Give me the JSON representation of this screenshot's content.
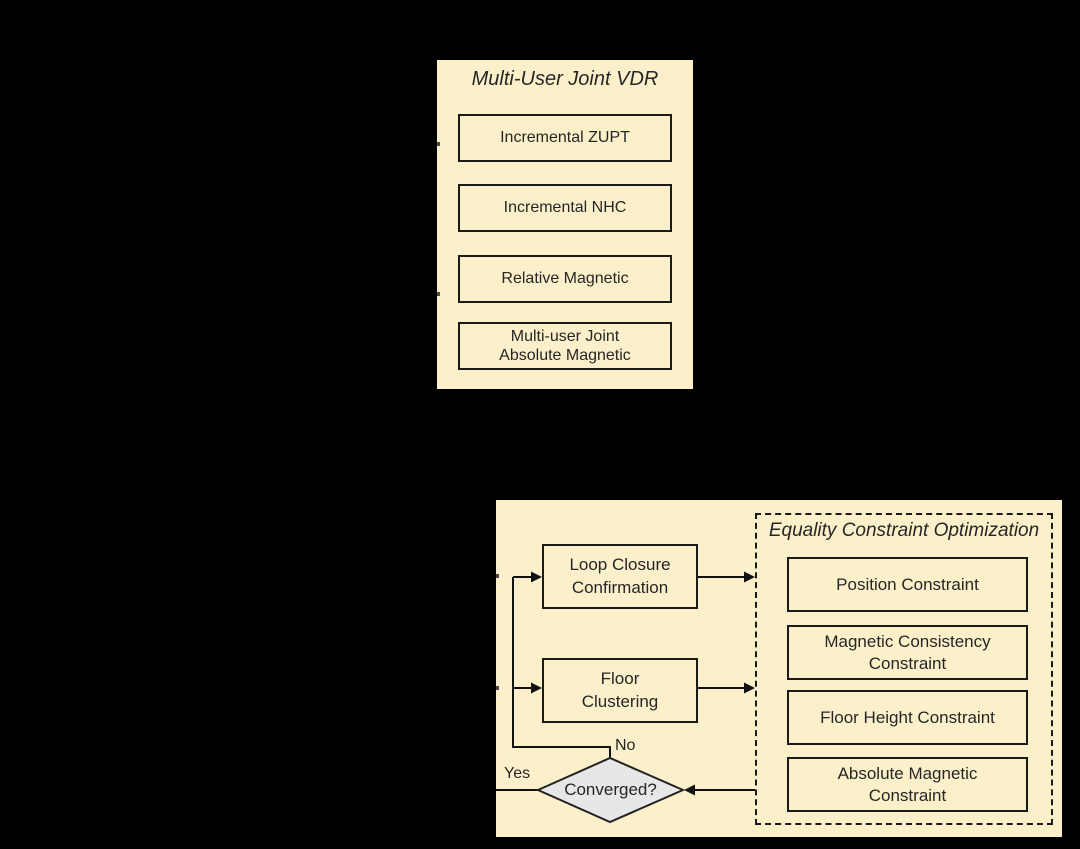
{
  "colors": {
    "canvas-bg": "#000000",
    "panel-bg": "#FCF0CB",
    "box-border": "#1A1A1A",
    "text": "#262626",
    "arrow": "#111111",
    "diamond-fill": "#E7E7E7"
  },
  "vdr_panel": {
    "title": "Multi-User Joint VDR",
    "boxes": [
      {
        "label": "Incremental ZUPT"
      },
      {
        "label": "Incremental NHC"
      },
      {
        "label": "Relative Magnetic"
      },
      {
        "label": "Multi-user Joint\nAbsolute Magnetic"
      }
    ]
  },
  "optimization_panel": {
    "process_boxes": [
      {
        "label": "Loop Closure\nConfirmation"
      },
      {
        "label": "Floor\nClustering"
      }
    ],
    "decision": {
      "label": "Converged?",
      "yes_label": "Yes",
      "no_label": "No"
    },
    "constraint_group": {
      "title": "Equality Constraint Optimization",
      "boxes": [
        {
          "label": "Position Constraint"
        },
        {
          "label": "Magnetic Consistency\nConstraint"
        },
        {
          "label": "Floor Height Constraint"
        },
        {
          "label": "Absolute Magnetic\nConstraint"
        }
      ]
    }
  }
}
